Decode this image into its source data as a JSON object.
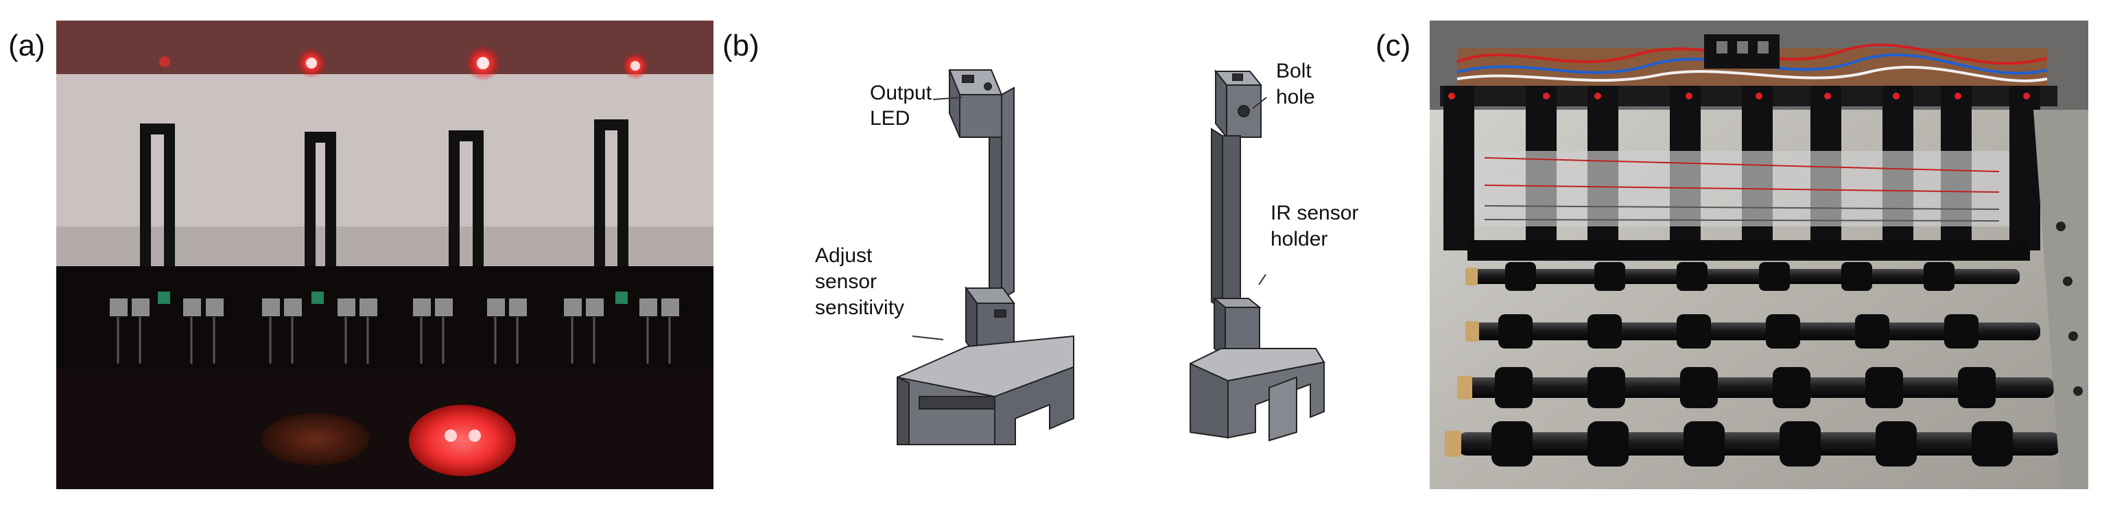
{
  "figure": {
    "panel_a": {
      "label": "(a)"
    },
    "panel_b": {
      "label": "(b)",
      "annotations": {
        "output_led": [
          "Output",
          "LED"
        ],
        "bolt_hole": [
          "Bolt",
          "hole"
        ],
        "ir_sensor_holder": [
          "IR sensor",
          "holder"
        ],
        "adjust_sensitivity": [
          "Adjust",
          "sensor",
          "sensitivity"
        ]
      }
    },
    "panel_c": {
      "label": "(c)"
    }
  },
  "colors": {
    "led_red": "#ff3a3a",
    "photo_dark": "#150d0d",
    "cad_gray": "#5d6068",
    "machine_black": "#1a1a1c"
  }
}
